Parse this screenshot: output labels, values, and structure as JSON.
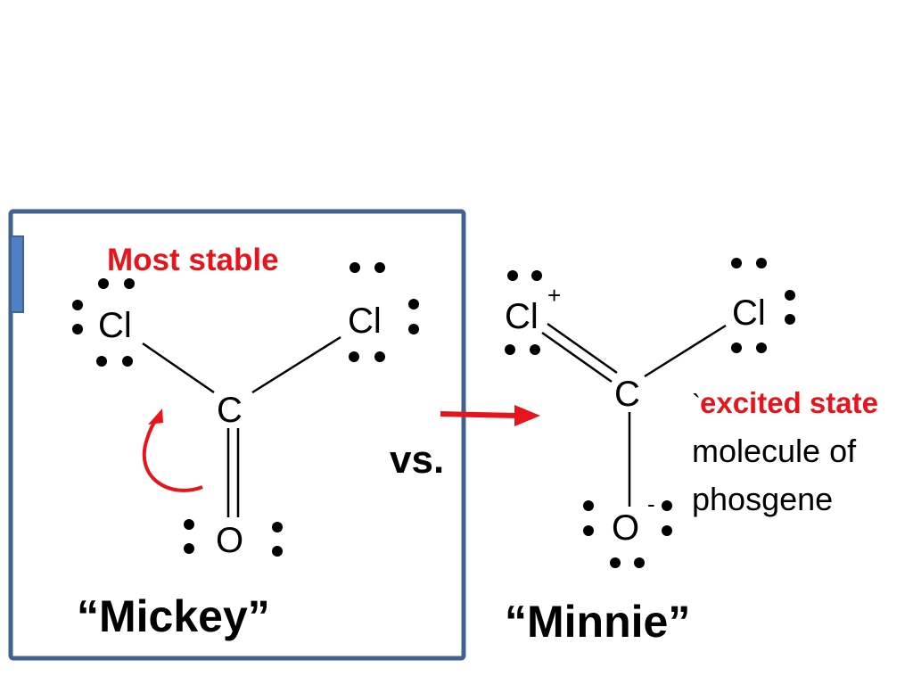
{
  "colors": {
    "frame_border": "#41628f",
    "tab_fill": "#4f7fc4",
    "accent_red": "#e8141b",
    "text": "#000000"
  },
  "left_structure": {
    "label_top": "Most stable",
    "atom_cl_left": "Cl",
    "atom_cl_right": "Cl",
    "atom_c": "C",
    "atom_o": "O",
    "nickname": "“Mickey”"
  },
  "comparison": {
    "vs": "vs."
  },
  "right_structure": {
    "atom_cl_left": "Cl",
    "charge_cl": "+",
    "atom_cl_right": "Cl",
    "atom_c": "C",
    "atom_o": "O",
    "charge_o": "-",
    "caption_mark": "`",
    "caption_red": "excited state",
    "caption_line2": "molecule of",
    "caption_line3": "phosgene",
    "nickname": "“Minnie”"
  }
}
